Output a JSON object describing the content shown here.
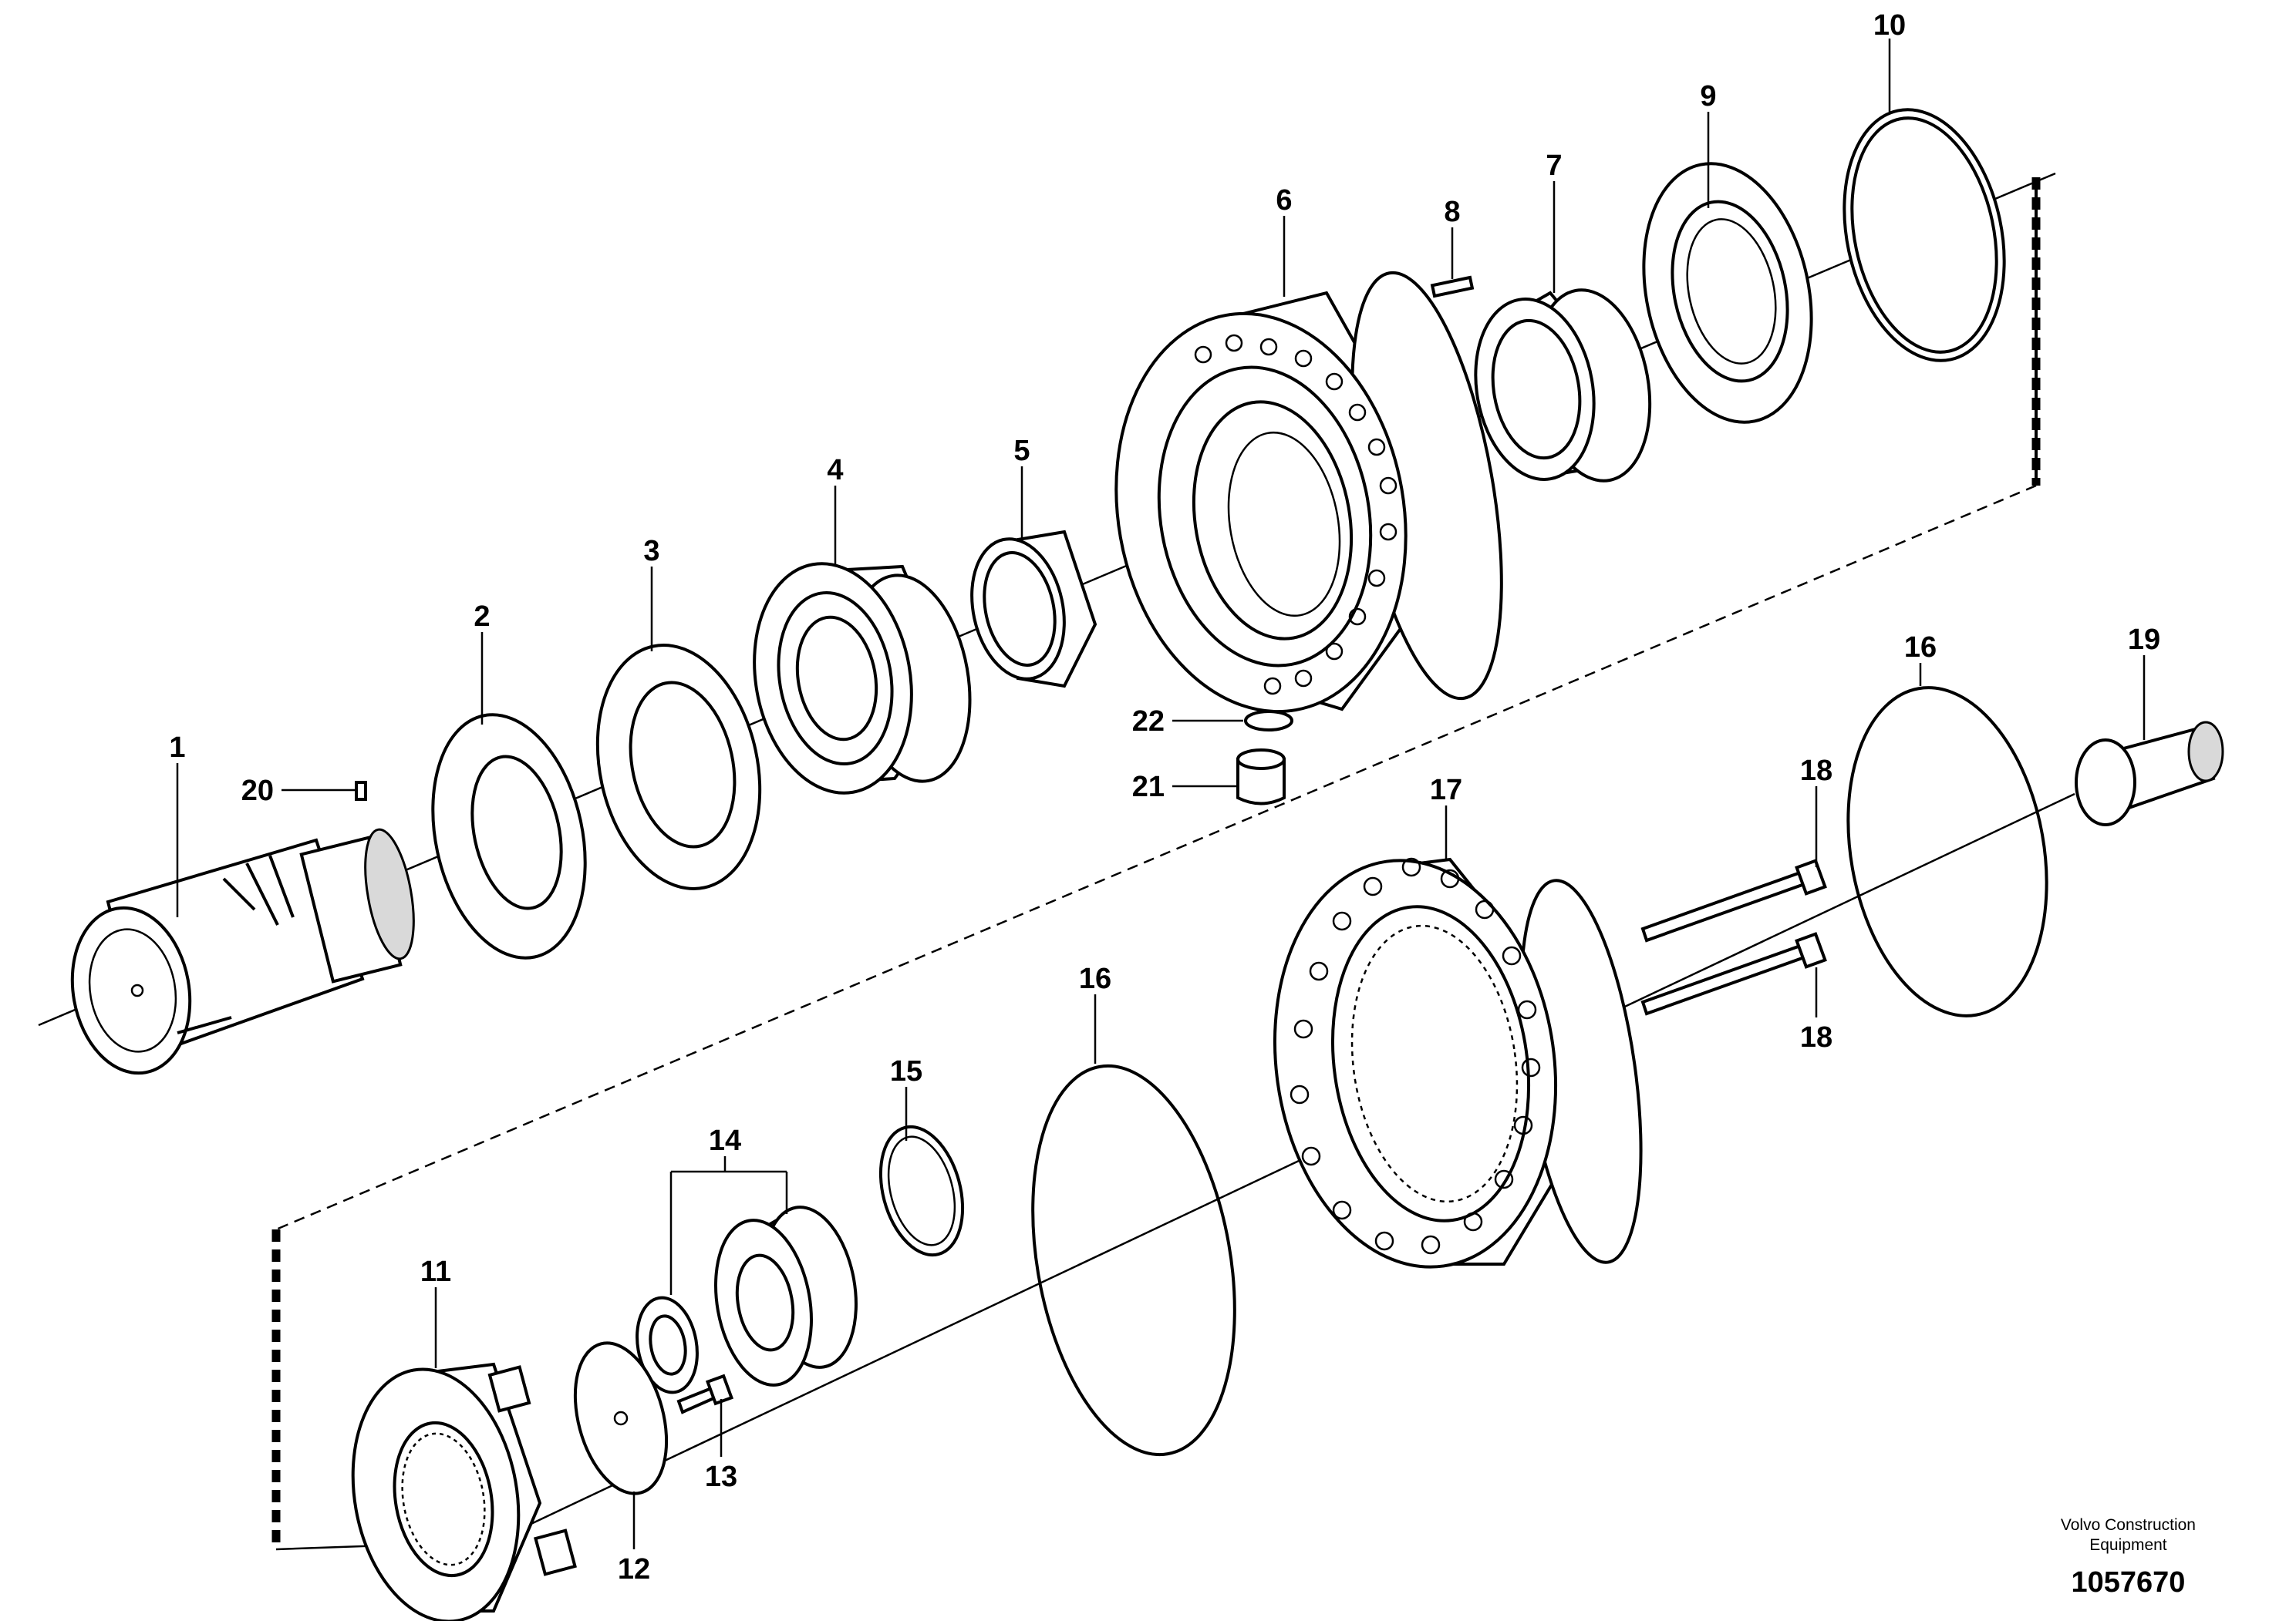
{
  "diagram": {
    "callouts": [
      {
        "id": "1",
        "label": "1"
      },
      {
        "id": "2",
        "label": "2"
      },
      {
        "id": "3",
        "label": "3"
      },
      {
        "id": "4",
        "label": "4"
      },
      {
        "id": "5",
        "label": "5"
      },
      {
        "id": "6",
        "label": "6"
      },
      {
        "id": "7",
        "label": "7"
      },
      {
        "id": "8",
        "label": "8"
      },
      {
        "id": "9",
        "label": "9"
      },
      {
        "id": "10",
        "label": "10"
      },
      {
        "id": "11",
        "label": "11"
      },
      {
        "id": "12",
        "label": "12"
      },
      {
        "id": "13",
        "label": "13"
      },
      {
        "id": "14",
        "label": "14"
      },
      {
        "id": "15",
        "label": "15"
      },
      {
        "id": "16a",
        "label": "16"
      },
      {
        "id": "16b",
        "label": "16"
      },
      {
        "id": "17",
        "label": "17"
      },
      {
        "id": "18a",
        "label": "18"
      },
      {
        "id": "18b",
        "label": "18"
      },
      {
        "id": "19",
        "label": "19"
      },
      {
        "id": "20",
        "label": "20"
      },
      {
        "id": "21",
        "label": "21"
      },
      {
        "id": "22",
        "label": "22"
      }
    ]
  },
  "footer": {
    "maker_line1": "Volvo Construction",
    "maker_line2": "Equipment",
    "document_number": "1057670"
  }
}
